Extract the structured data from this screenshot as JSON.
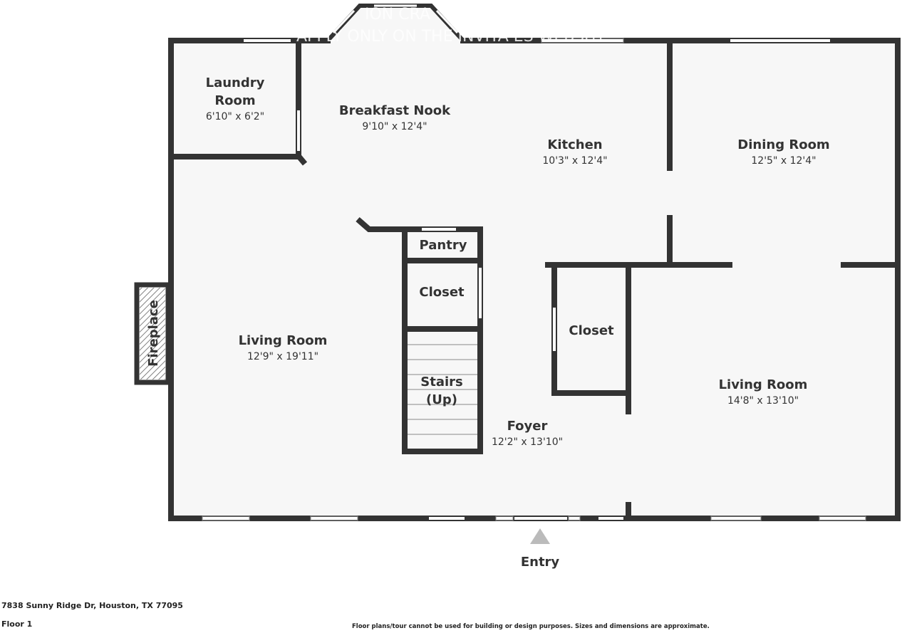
{
  "watermark": {
    "line1": "ION CRA",
    "line2": "APPLY ONLY ON THE INVITA  ES WEBSITE"
  },
  "rooms": {
    "laundry": {
      "name_line1": "Laundry",
      "name_line2": "Room",
      "dims": "6'10\" x 6'2\""
    },
    "breakfast": {
      "name": "Breakfast Nook",
      "dims": "9'10\" x 12'4\""
    },
    "kitchen": {
      "name": "Kitchen",
      "dims": "10'3\" x 12'4\""
    },
    "dining": {
      "name": "Dining Room",
      "dims": "12'5\" x 12'4\""
    },
    "pantry": {
      "name": "Pantry"
    },
    "closet_left": {
      "name": "Closet"
    },
    "closet_right": {
      "name": "Closet"
    },
    "fireplace": {
      "name": "Fireplace"
    },
    "living_left": {
      "name": "Living Room",
      "dims": "12'9\" x 19'11\""
    },
    "stairs": {
      "name_line1": "Stairs",
      "name_line2": "(Up)"
    },
    "foyer": {
      "name": "Foyer",
      "dims": "12'2\" x 13'10\""
    },
    "living_right": {
      "name": "Living Room",
      "dims": "14'8\" x 13'10\""
    }
  },
  "entry": {
    "label": "Entry"
  },
  "footer": {
    "address": "7838 Sunny Ridge Dr, Houston, TX 77095",
    "floor": "Floor 1",
    "disclaimer": "Floor plans/tour cannot be used for building or design purposes. Sizes and dimensions are approximate."
  },
  "colors": {
    "wall": "#333333",
    "floor": "#f7f7f7",
    "window": "#ffffff"
  }
}
